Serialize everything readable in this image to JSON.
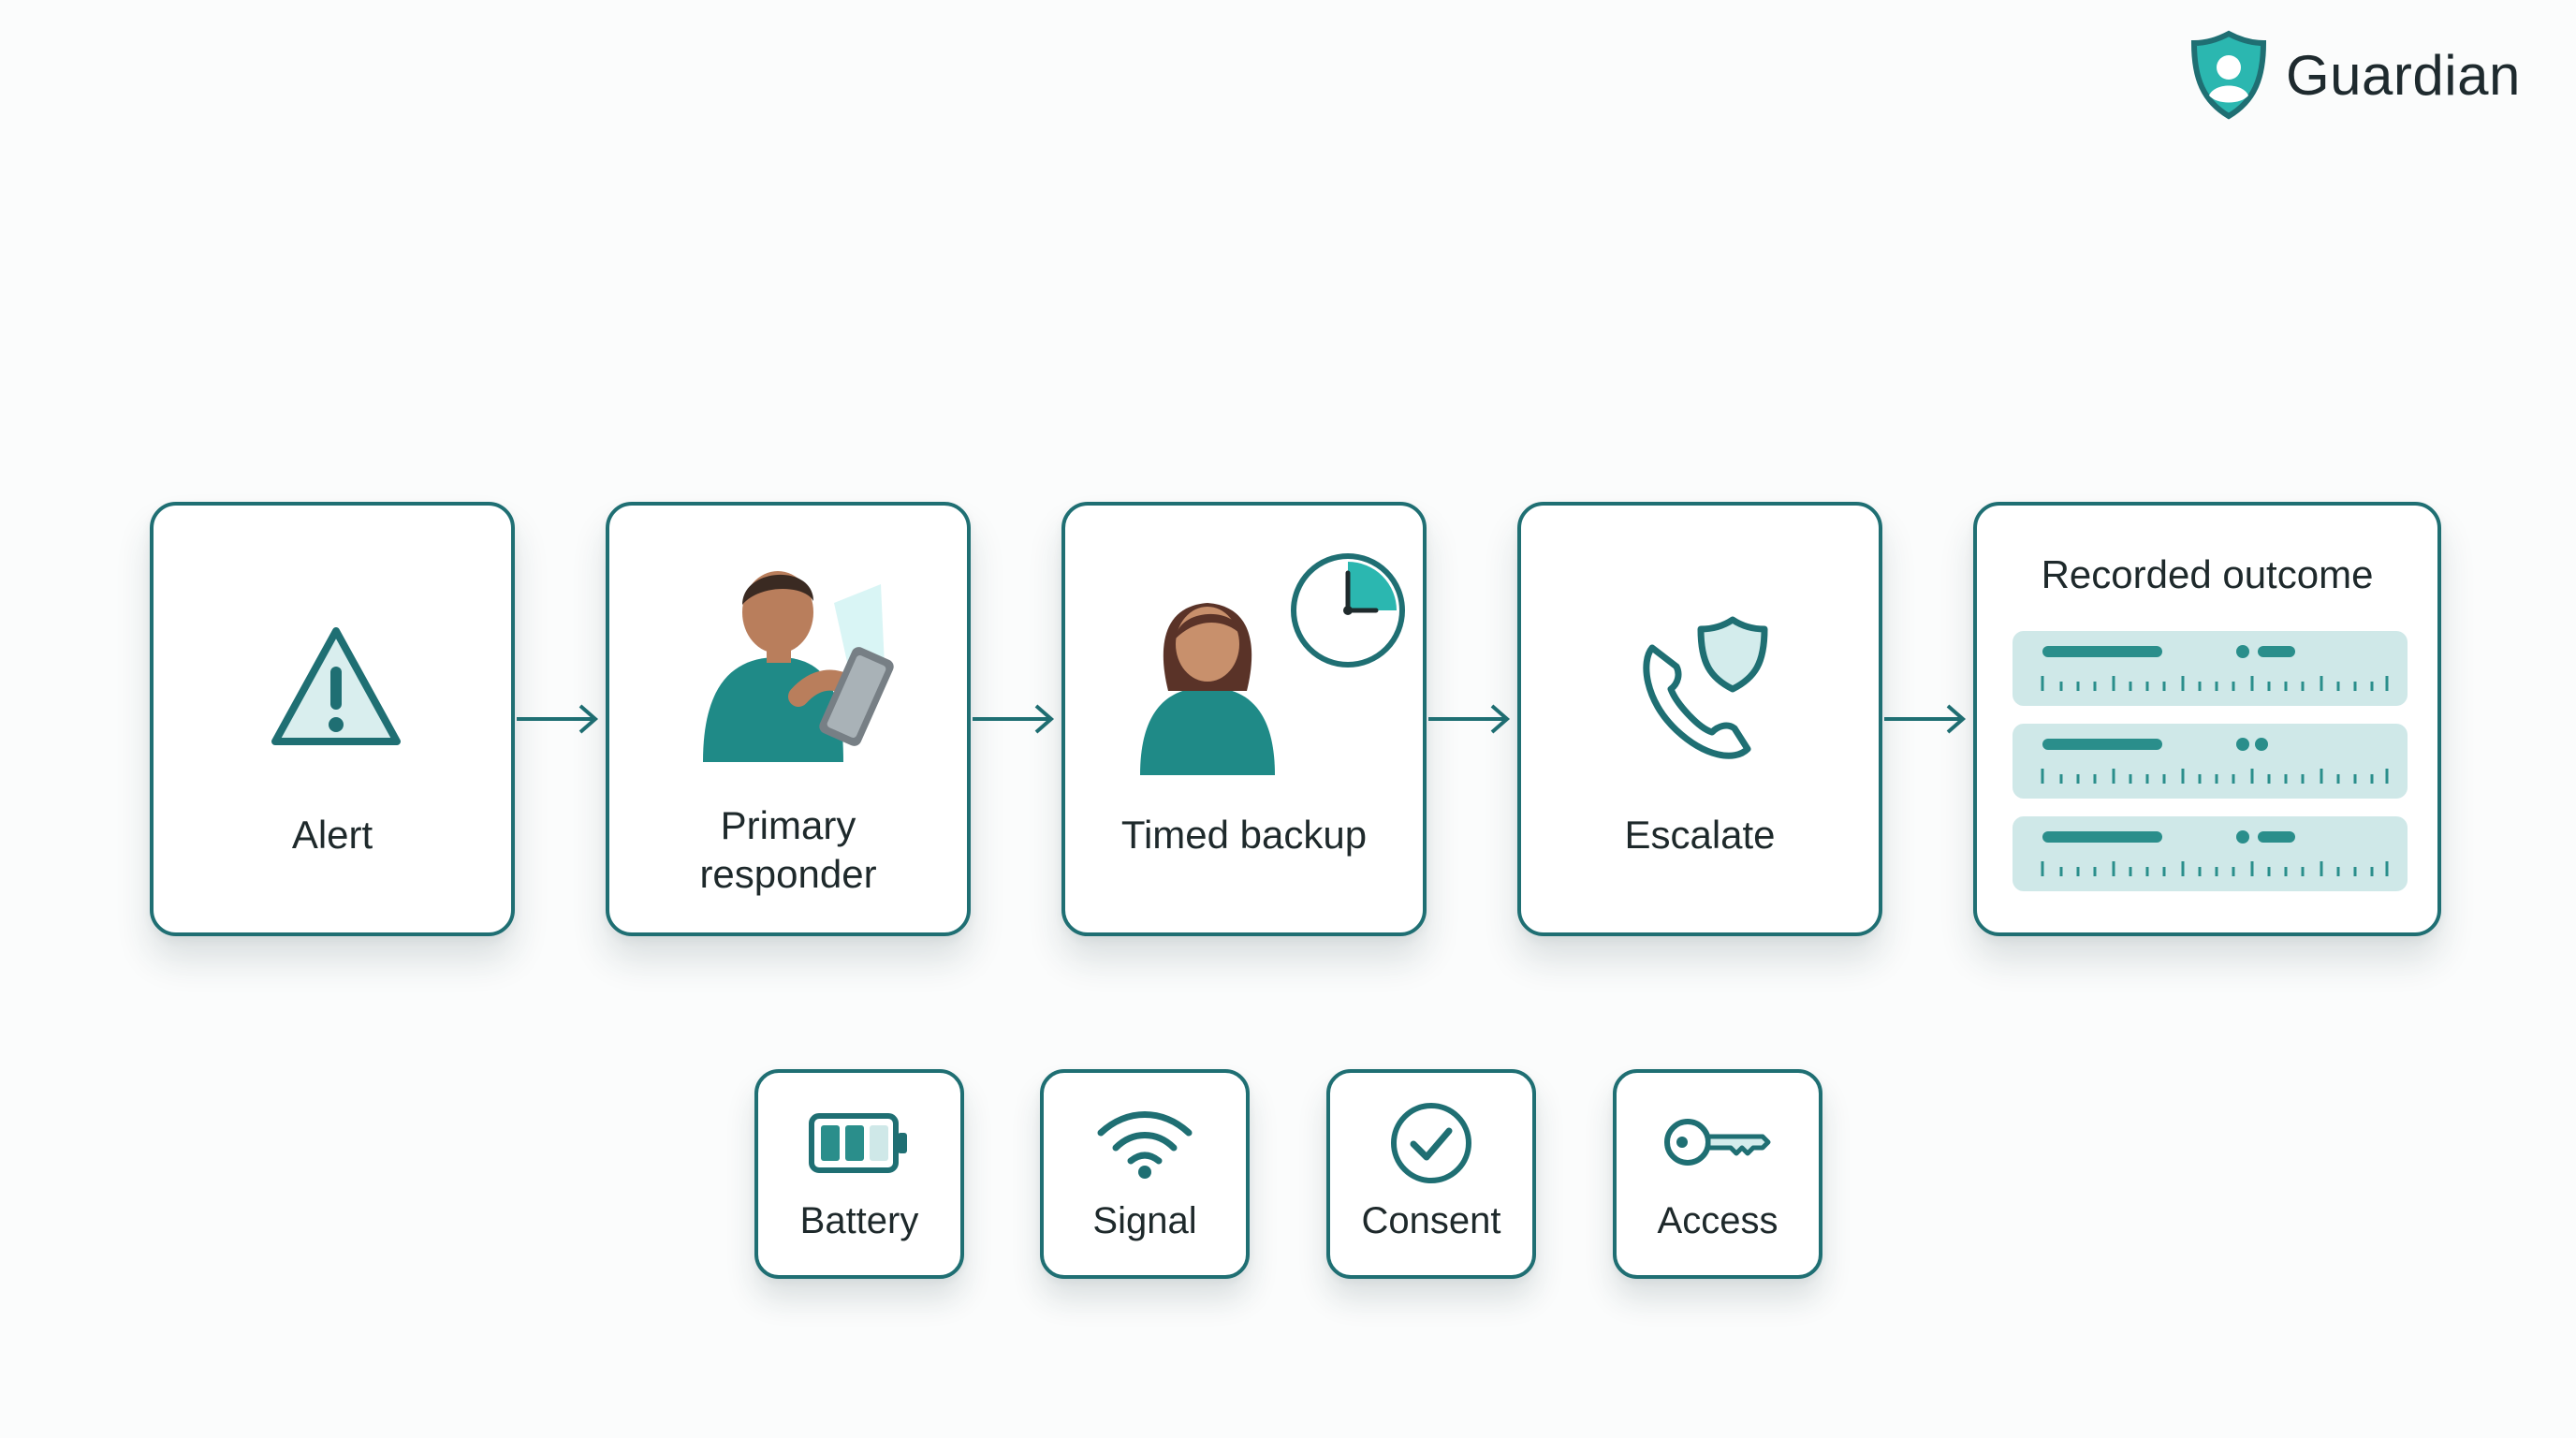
{
  "brand": {
    "name": "Guardian",
    "logo_icon": "shield-person-icon"
  },
  "colors": {
    "primary": "#1f6f73",
    "accent": "#2bb7b0",
    "row_fill": "#cfe8e8",
    "skin": "#b97e5c"
  },
  "flow": {
    "steps": [
      {
        "label": "Alert",
        "icon": "warning-triangle-icon"
      },
      {
        "label": "Primary responder",
        "icon": "person-with-tablet-icon"
      },
      {
        "label": "Timed backup",
        "icon": "person-with-clock-icon"
      },
      {
        "label": "Escalate",
        "icon": "phone-shield-icon"
      },
      {
        "label": "Recorded outcome",
        "icon": "log-rows-icon"
      }
    ]
  },
  "checks": [
    {
      "label": "Battery",
      "icon": "battery-icon"
    },
    {
      "label": "Signal",
      "icon": "wifi-signal-icon"
    },
    {
      "label": "Consent",
      "icon": "check-circle-icon"
    },
    {
      "label": "Access",
      "icon": "key-icon"
    }
  ]
}
